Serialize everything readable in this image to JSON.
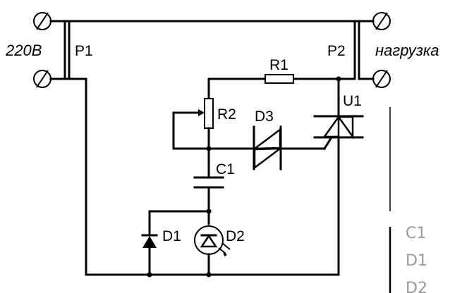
{
  "labels": {
    "supply": "220В",
    "load": "нагрузка",
    "p1": "P1",
    "p2": "P2",
    "r1": "R1",
    "r2": "R2",
    "d3": "D3",
    "u1": "U1",
    "c1": "C1",
    "d1": "D1",
    "d2": "D2"
  },
  "side_list": [
    "C1",
    "D1",
    "D2"
  ]
}
